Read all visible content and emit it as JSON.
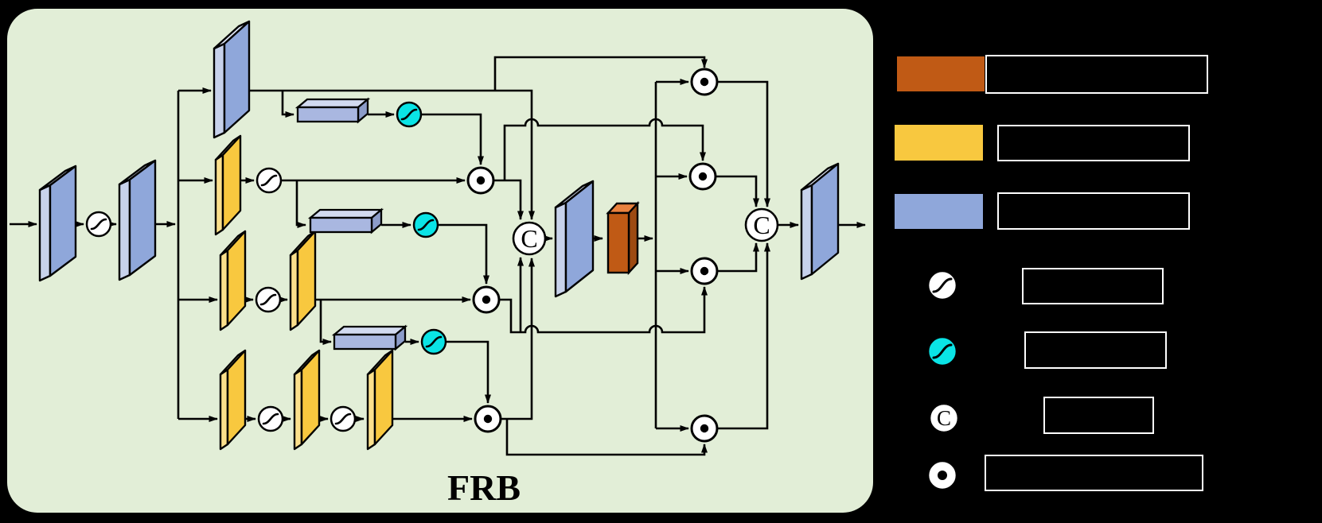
{
  "diagram": {
    "title": "FRB",
    "concat_symbol": "C",
    "structure": {
      "branches": 4,
      "branch_blocks": [
        [
          "blue-block"
        ],
        [
          "yellow-block"
        ],
        [
          "yellow-block",
          "sigmoid",
          "yellow-block"
        ],
        [
          "yellow-block",
          "sigmoid",
          "yellow-block",
          "sigmoid",
          "yellow-block"
        ]
      ],
      "input_chain": [
        "blue-block",
        "sigmoid",
        "blue-block"
      ],
      "fusion": [
        "concat",
        "blue-block",
        "orange-block"
      ],
      "output_chain": [
        "concat",
        "blue-block"
      ],
      "attention_ops": [
        "avg-box",
        "cyan-sigmoid",
        "elementwise-multiply"
      ]
    }
  },
  "legend": {
    "items": [
      {
        "icon": "orange-block-swatch",
        "label": ""
      },
      {
        "icon": "yellow-block-swatch",
        "label": ""
      },
      {
        "icon": "blue-block-swatch",
        "label": ""
      },
      {
        "icon": "sigmoid-white-icon",
        "label": ""
      },
      {
        "icon": "sigmoid-cyan-icon",
        "label": ""
      },
      {
        "icon": "concat-icon",
        "label": ""
      },
      {
        "icon": "elementwise-multiply-icon",
        "label": ""
      }
    ]
  },
  "colors": {
    "background": "#000000",
    "panel_green": "#E2EED7",
    "line": "#000000",
    "blue_front": "#8FA7DA",
    "blue_side": "#C7D2EB",
    "blue_top": "#DCE3F3",
    "hbox_front": "#A9B7E0",
    "hbox_top": "#D2DAF0",
    "hbox_side": "#8C9CC9",
    "yellow_front": "#F8C83F",
    "yellow_side": "#FBE08C",
    "yellow_top": "#FCEDB4",
    "orange_front": "#C05A15",
    "orange_top": "#E9823F",
    "orange_side": "#9D4A11",
    "cyan": "#0AE4E6",
    "white": "#FFFFFF",
    "legend_box_border": "#FFFFFF"
  }
}
